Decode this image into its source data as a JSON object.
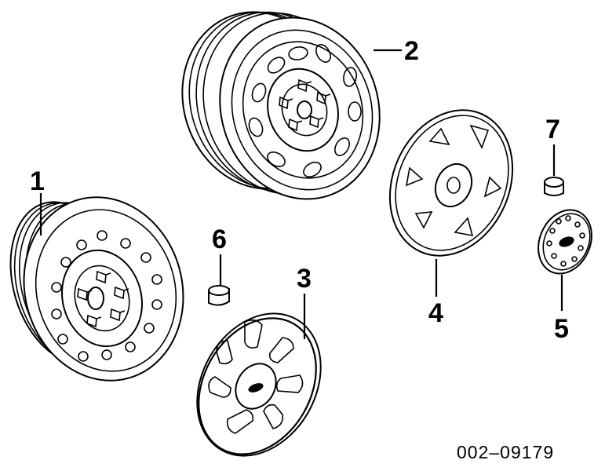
{
  "callouts": {
    "c1": "1",
    "c2": "2",
    "c3": "3",
    "c4": "4",
    "c5": "5",
    "c6": "6",
    "c7": "7"
  },
  "diagram_code": "002–09179",
  "parts": [
    {
      "callout": "1",
      "shape": "steel-wheel-round-holes"
    },
    {
      "callout": "2",
      "shape": "steel-wheel-oval-holes"
    },
    {
      "callout": "3",
      "shape": "wheel-cover"
    },
    {
      "callout": "4",
      "shape": "spoke-wheel-cover"
    },
    {
      "callout": "5",
      "shape": "center-cap"
    },
    {
      "callout": "6",
      "shape": "lug-nut-cover"
    },
    {
      "callout": "7",
      "shape": "lug-nut-cover"
    }
  ]
}
